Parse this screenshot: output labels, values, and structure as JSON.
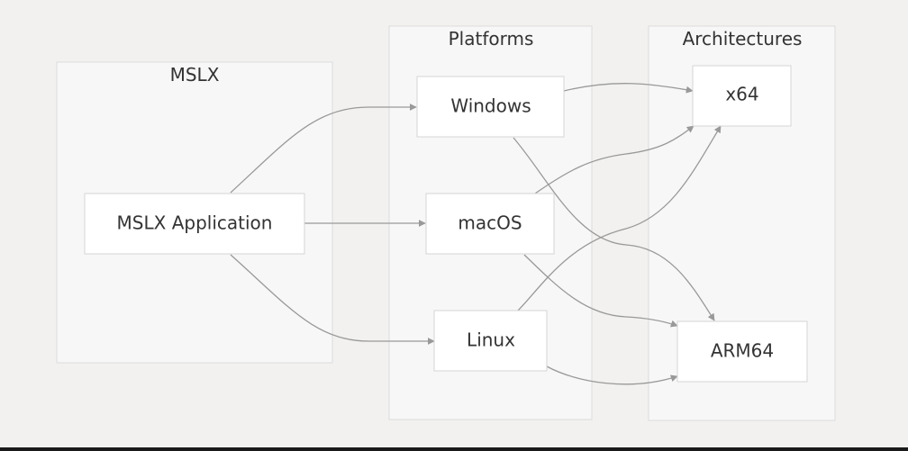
{
  "diagram": {
    "clusters": {
      "mslx": "MSLX",
      "platforms": "Platforms",
      "architectures": "Architectures"
    },
    "nodes": {
      "app": "MSLX Application",
      "windows": "Windows",
      "macos": "macOS",
      "linux": "Linux",
      "x64": "x64",
      "arm64": "ARM64"
    },
    "edges": [
      {
        "from": "MSLX Application",
        "to": "Windows"
      },
      {
        "from": "MSLX Application",
        "to": "macOS"
      },
      {
        "from": "MSLX Application",
        "to": "Linux"
      },
      {
        "from": "Windows",
        "to": "x64"
      },
      {
        "from": "Windows",
        "to": "ARM64"
      },
      {
        "from": "macOS",
        "to": "x64"
      },
      {
        "from": "macOS",
        "to": "ARM64"
      },
      {
        "from": "Linux",
        "to": "x64"
      },
      {
        "from": "Linux",
        "to": "ARM64"
      }
    ],
    "colors": {
      "background": "#f2f1ef",
      "cluster_fill": "#f7f7f7",
      "node_fill": "#ffffff",
      "edge": "#999999",
      "text": "#333333"
    }
  }
}
